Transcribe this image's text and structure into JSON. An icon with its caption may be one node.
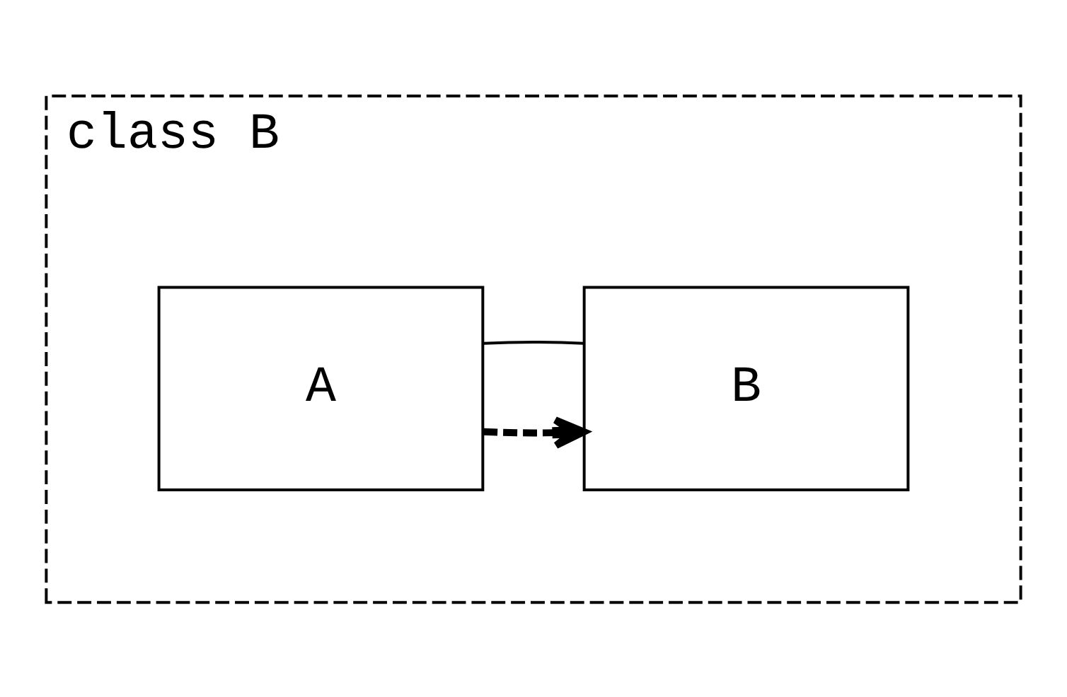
{
  "diagram": {
    "nodes": [
      {
        "text": [
          "class B"
        ]
      },
      {
        "text": [
          "A"
        ],
        "in": 0
      },
      {
        "text": [
          "B"
        ],
        "in": 0
      }
    ],
    "edges": [
      {
        "from": 1,
        "to": 2,
        "arrow": "to",
        "style": "dashed"
      },
      {
        "from": 1,
        "to": 2,
        "arrow": "none"
      }
    ]
  }
}
